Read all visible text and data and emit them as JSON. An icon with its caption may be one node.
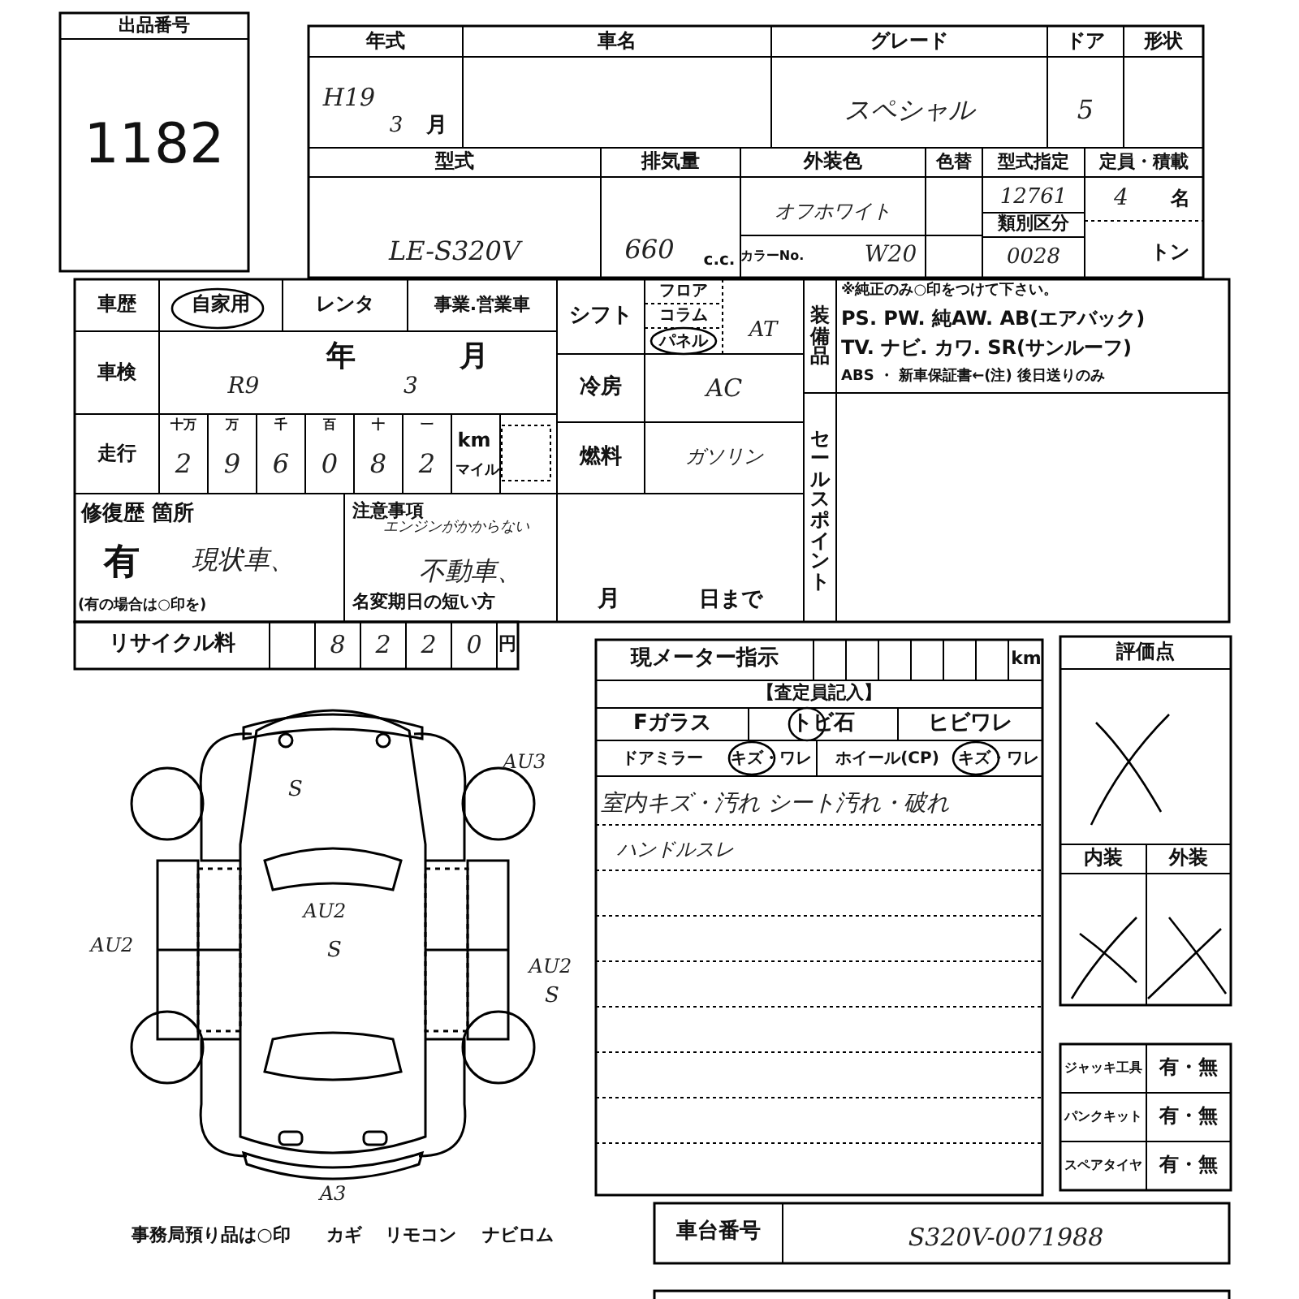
{
  "diagram": {
    "labels": [
      "出品番号",
      "1182",
      "年式",
      "車名",
      "グレード",
      "ドア",
      "形状",
      "H19",
      "3",
      "月",
      "スペシャル",
      "5",
      "型式",
      "排気量",
      "外装色",
      "色替",
      "型式指定",
      "定員・積載",
      "LE-S320V",
      "660",
      "c.c.",
      "オフホワイト",
      "カラーNo.",
      "W20",
      "12761",
      "類別区分",
      "0028",
      "4",
      "名",
      "トン",
      "車歴",
      "自家用",
      "レンタ",
      "事業.営業車",
      "車検",
      "R9",
      "年",
      "3",
      "月",
      "走行",
      "十万",
      "万",
      "千",
      "百",
      "十",
      "一",
      "2",
      "9",
      "6",
      "0",
      "8",
      "2",
      "km",
      "マイル",
      "シフト",
      "フロア",
      "コラム",
      "パネル",
      "AT",
      "冷房",
      "AC",
      "燃料",
      "ガソリン",
      "装備品",
      "※純正のみ○印をつけて下さい。",
      "PS. PW. 純AW. AB(エアバック)",
      "TV. ナビ. カワ. SR(サンルーフ)",
      "ABS ・ 新車保証書←(注) 後日送りのみ",
      "修復歴 箇所",
      "有",
      "現状車、",
      "(有の場合は○印を)",
      "注意事項",
      "エンジンがかからない",
      "不動車、",
      "名変期日の短い方",
      "月",
      "日まで",
      "セールスポイント",
      "リサイクル料",
      "8",
      "2",
      "2",
      "0",
      "円",
      "現メーター指示",
      "km",
      "【査定員記入】",
      "Fガラス",
      "トビ石",
      "ヒビワレ",
      "ドアミラー",
      "キズ・ワレ",
      "ホイール(CP)",
      "キズ・ワレ",
      "室内キズ・汚れ シート汚れ・破れ",
      "ハンドルスレ",
      "評価点",
      "内装",
      "外装",
      "ジャッキ工具",
      "有・無",
      "パンクキット",
      "有・無",
      "スペアタイヤ",
      "有・無",
      "AU3",
      "S",
      "AU2",
      "AU2",
      "S",
      "AU2",
      "S",
      "A3",
      "事務局預り品は○印",
      "カギ",
      "リモコン",
      "ナビロム",
      "車台番号",
      "S320V-0071988"
    ]
  }
}
